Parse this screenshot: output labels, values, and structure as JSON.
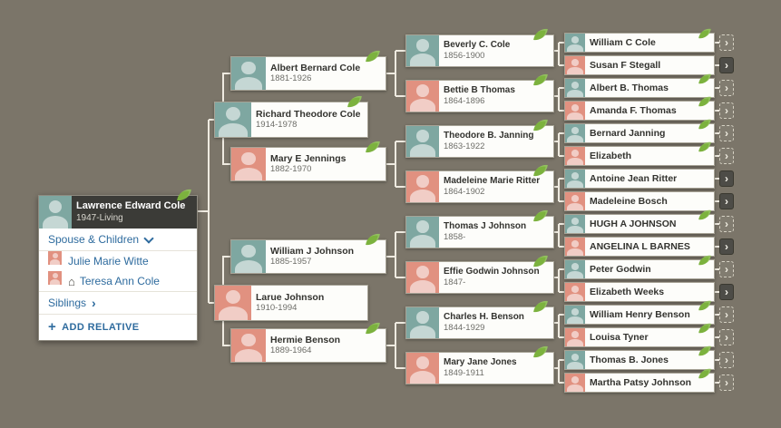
{
  "colors": {
    "background": "#7b7569",
    "male_avatar": "#7ea7a1",
    "female_avatar": "#e19180",
    "hint_leaf_green": "#7cb23e",
    "link_blue": "#2e6b9e",
    "connector_line": "#eeeae0",
    "root_header": "#3b3b37",
    "card_background": "#ffffff",
    "expand_solid": "#4d4c47"
  },
  "icons": {
    "expand_chevron": "›",
    "chevron_right": "›",
    "plus": "+",
    "home": "⌂"
  },
  "root": {
    "name": "Lawrence Edward Cole",
    "dates": "1947-Living",
    "gender": "male",
    "has_hint_leaf": true
  },
  "panel": {
    "spouse_children_label": "Spouse & Children",
    "spouses": [
      {
        "name": "Julie Marie Witte",
        "gender": "female"
      },
      {
        "name": "Teresa Ann Cole",
        "gender": "female",
        "home_person": true
      }
    ],
    "siblings_label": "Siblings",
    "add_relative_label": "ADD RELATIVE"
  },
  "gen2": [
    {
      "name": "Richard Theodore Cole",
      "dates": "1914-1978",
      "gender": "male",
      "has_hint_leaf": true
    },
    {
      "name": "Larue Johnson",
      "dates": "1910-1994",
      "gender": "female",
      "has_hint_leaf": false
    }
  ],
  "gen3": [
    {
      "name": "Albert Bernard Cole",
      "dates": "1881-1926",
      "gender": "male",
      "has_hint_leaf": true
    },
    {
      "name": "Mary E Jennings",
      "dates": "1882-1970",
      "gender": "female",
      "has_hint_leaf": true
    },
    {
      "name": "William J Johnson",
      "dates": "1885-1957",
      "gender": "male",
      "has_hint_leaf": true
    },
    {
      "name": "Hermie Benson",
      "dates": "1889-1964",
      "gender": "female",
      "has_hint_leaf": true
    }
  ],
  "gen4": [
    {
      "name": "Beverly C. Cole",
      "dates": "1856-1900",
      "gender": "male",
      "has_hint_leaf": true
    },
    {
      "name": "Bettie B Thomas",
      "dates": "1864-1896",
      "gender": "female",
      "has_hint_leaf": true
    },
    {
      "name": "Theodore B. Janning",
      "dates": "1863-1922",
      "gender": "male",
      "has_hint_leaf": true
    },
    {
      "name": "Madeleine Marie Ritter",
      "dates": "1864-1902",
      "gender": "female",
      "has_hint_leaf": true
    },
    {
      "name": "Thomas J Johnson",
      "dates": "1858-",
      "gender": "male",
      "has_hint_leaf": true
    },
    {
      "name": "Effie Godwin Johnson",
      "dates": "1847-",
      "gender": "female",
      "has_hint_leaf": true
    },
    {
      "name": "Charles H. Benson",
      "dates": "1844-1929",
      "gender": "male",
      "has_hint_leaf": true
    },
    {
      "name": "Mary Jane Jones",
      "dates": "1849-1911",
      "gender": "female",
      "has_hint_leaf": true
    }
  ],
  "gen5": [
    {
      "name": "William C Cole",
      "gender": "male",
      "has_hint_leaf": true,
      "expand_style": "dashed"
    },
    {
      "name": "Susan F Stegall",
      "gender": "female",
      "has_hint_leaf": false,
      "expand_style": "solid"
    },
    {
      "name": "Albert B. Thomas",
      "gender": "male",
      "has_hint_leaf": true,
      "expand_style": "dashed"
    },
    {
      "name": "Amanda F. Thomas",
      "gender": "female",
      "has_hint_leaf": true,
      "expand_style": "dashed"
    },
    {
      "name": "Bernard Janning",
      "gender": "male",
      "has_hint_leaf": true,
      "expand_style": "dashed"
    },
    {
      "name": "Elizabeth",
      "gender": "female",
      "has_hint_leaf": true,
      "expand_style": "dashed"
    },
    {
      "name": "Antoine Jean Ritter",
      "gender": "male",
      "has_hint_leaf": false,
      "expand_style": "solid"
    },
    {
      "name": "Madeleine Bosch",
      "gender": "female",
      "has_hint_leaf": false,
      "expand_style": "solid"
    },
    {
      "name": "HUGH A JOHNSON",
      "gender": "male",
      "has_hint_leaf": true,
      "expand_style": "dashed"
    },
    {
      "name": "ANGELINA L BARNES",
      "gender": "female",
      "has_hint_leaf": false,
      "expand_style": "solid"
    },
    {
      "name": "Peter Godwin",
      "gender": "male",
      "has_hint_leaf": true,
      "expand_style": "dashed"
    },
    {
      "name": "Elizabeth Weeks",
      "gender": "female",
      "has_hint_leaf": false,
      "expand_style": "solid"
    },
    {
      "name": "William Henry Benson",
      "gender": "male",
      "has_hint_leaf": true,
      "expand_style": "dashed"
    },
    {
      "name": "Louisa Tyner",
      "gender": "female",
      "has_hint_leaf": true,
      "expand_style": "dashed"
    },
    {
      "name": "Thomas B. Jones",
      "gender": "male",
      "has_hint_leaf": true,
      "expand_style": "dashed"
    },
    {
      "name": "Martha Patsy Johnson",
      "gender": "female",
      "has_hint_leaf": true,
      "expand_style": "dashed"
    }
  ]
}
